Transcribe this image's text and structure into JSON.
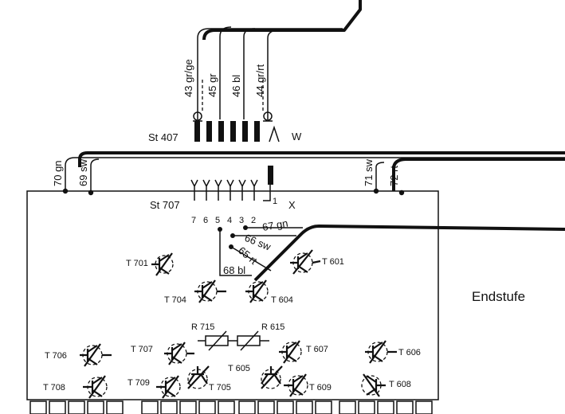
{
  "connector_top": {
    "name": "St 407",
    "wires": [
      "43 gr/ge",
      "45 gr",
      "46 bl",
      "44 gr/rt"
    ],
    "suffix": "W"
  },
  "connector_main": {
    "name": "St 707",
    "pins": [
      "7",
      "6",
      "5",
      "4",
      "3",
      "2",
      "1"
    ],
    "suffix": "X"
  },
  "board_wires": {
    "left": [
      "70 gn",
      "69 sw"
    ],
    "right": [
      "71 sw",
      "72 rt"
    ],
    "internal": [
      "67 gn",
      "66 sw",
      "65 rt",
      "68 bl"
    ]
  },
  "section_label": "Endstufe",
  "transistors": {
    "t701": "T 701",
    "t601": "T 601",
    "t704": "T 704",
    "t604": "T 604",
    "t706": "T 706",
    "t707": "T 707",
    "t607": "T 607",
    "t606": "T 606",
    "t708": "T 708",
    "t709": "T 709",
    "t705": "T 705",
    "t605": "T 605",
    "t609": "T 609",
    "t608": "T 608"
  },
  "resistors": {
    "r715": "R 715",
    "r615": "R 615"
  }
}
